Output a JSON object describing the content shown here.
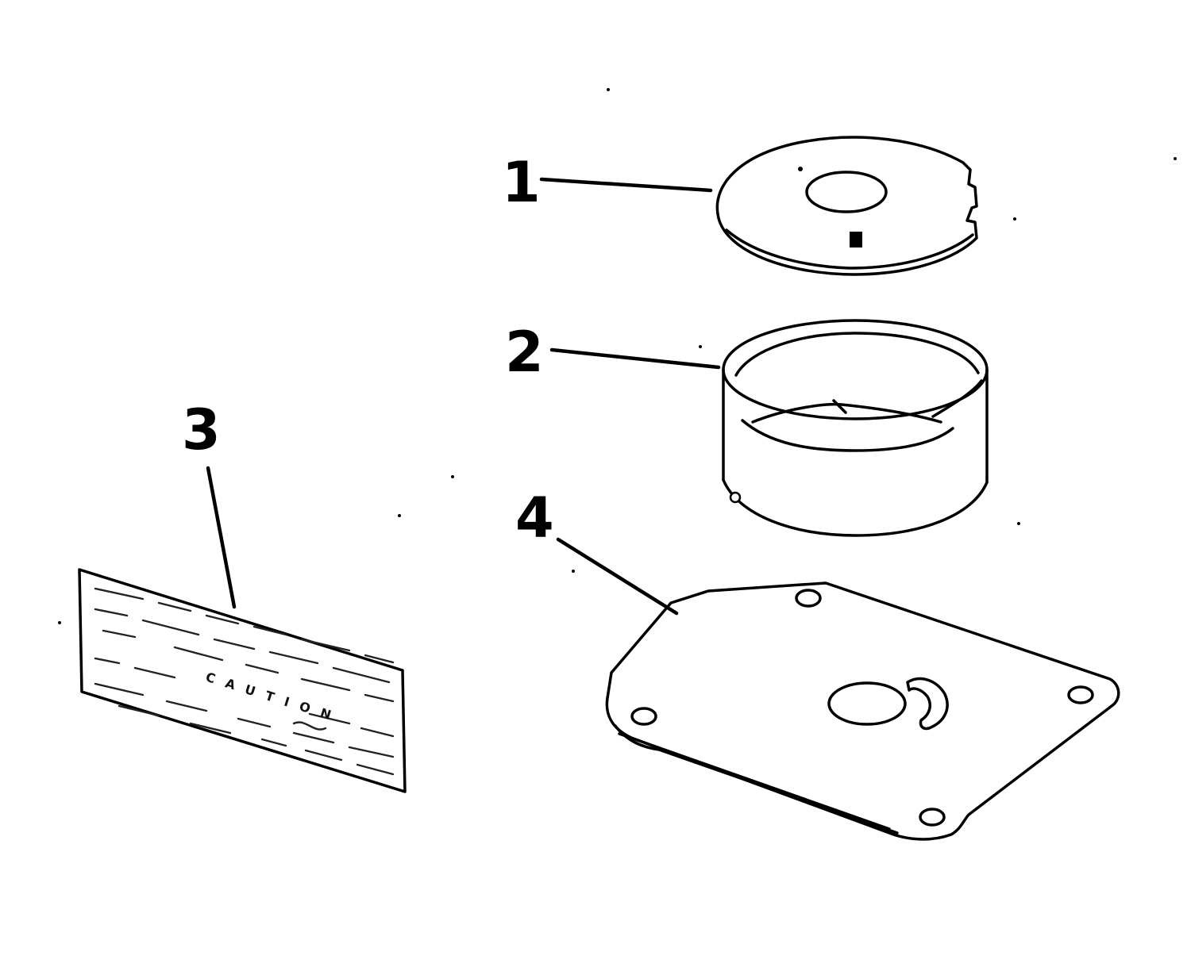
{
  "callouts": [
    {
      "number": "1"
    },
    {
      "number": "2"
    },
    {
      "number": "3"
    },
    {
      "number": "4"
    }
  ],
  "decal": {
    "text": "CAUTION"
  }
}
